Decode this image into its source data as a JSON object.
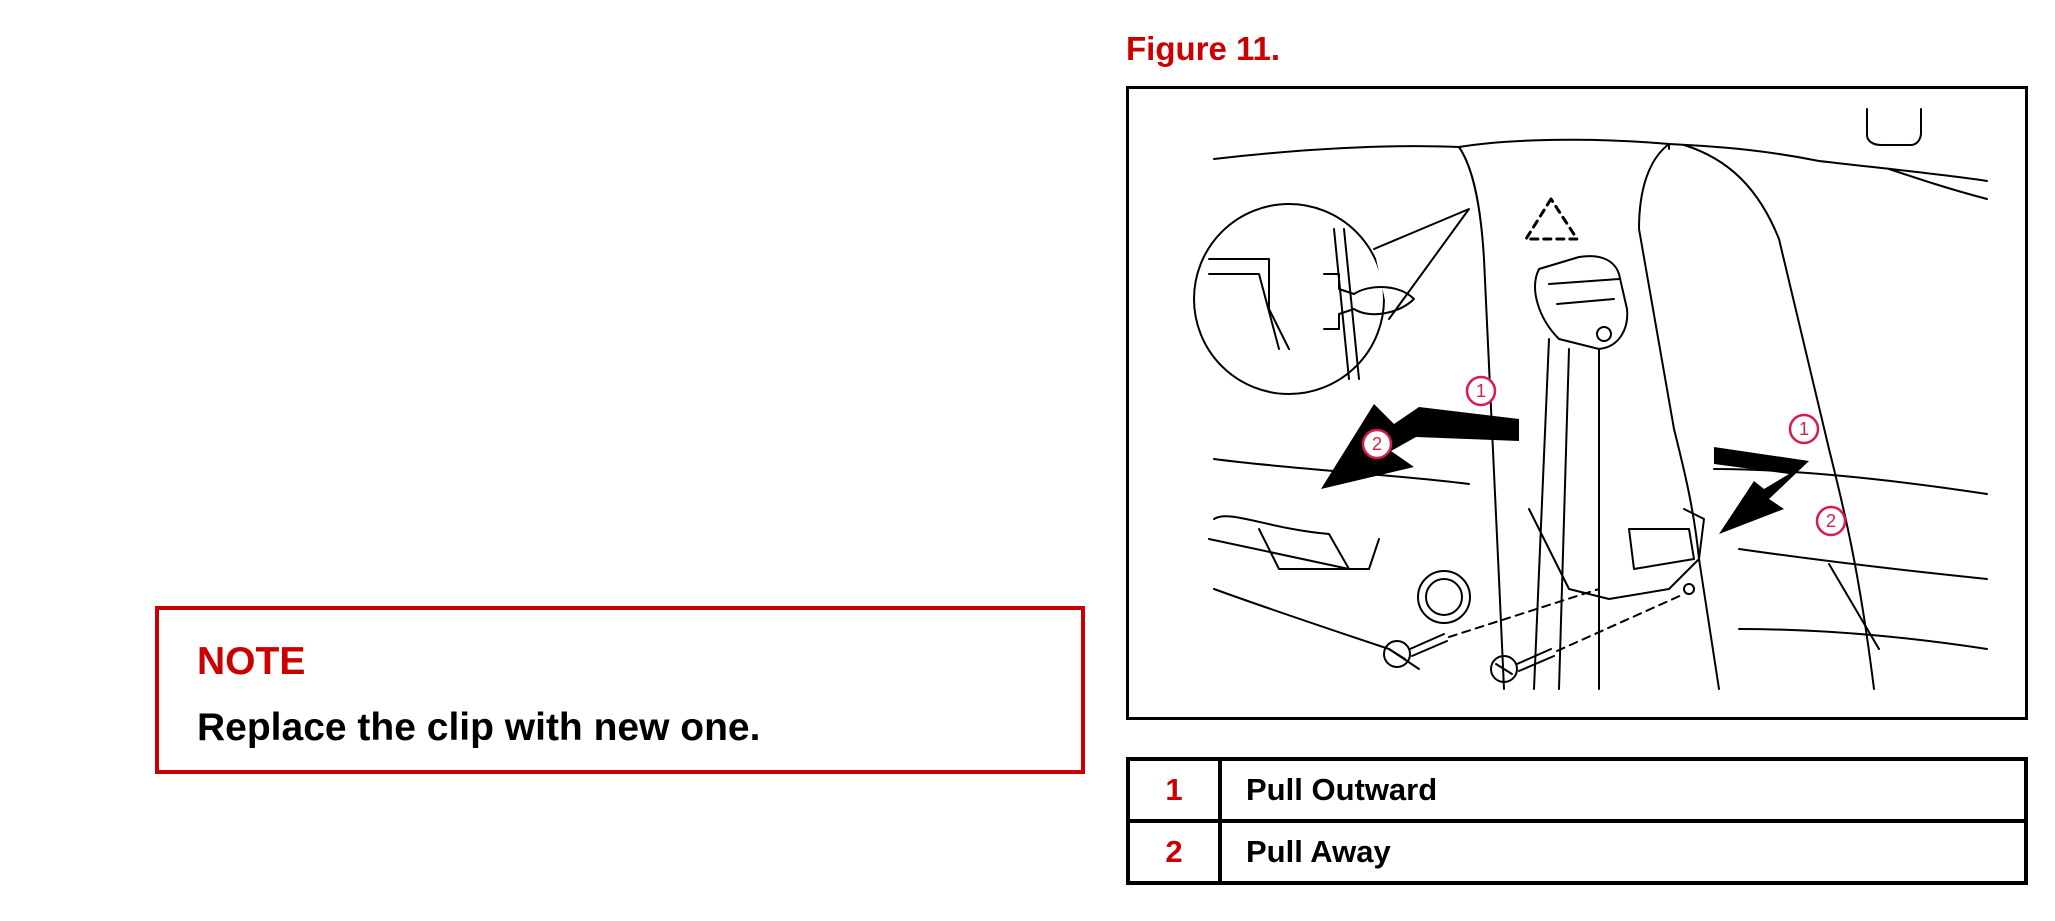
{
  "note": {
    "title": "NOTE",
    "text": "Replace the clip with new one."
  },
  "figure": {
    "caption": "Figure 11.",
    "callouts": [
      "1",
      "2",
      "1",
      "2"
    ]
  },
  "legend": [
    {
      "number": "1",
      "description": "Pull Outward"
    },
    {
      "number": "2",
      "description": "Pull Away"
    }
  ],
  "colors": {
    "accent": "#cc0000",
    "callout": "#d81b4a",
    "text": "#000000"
  }
}
